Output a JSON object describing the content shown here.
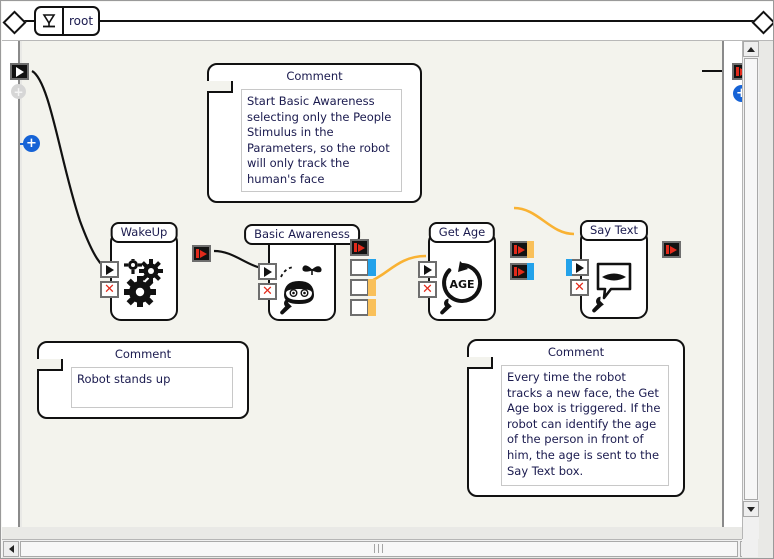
{
  "breadcrumb": {
    "root_label": "root",
    "root_icon": "ground-anchor-icon"
  },
  "canvas": {
    "background_color": "#f3f3ed",
    "wire_color_flow": "#111111",
    "wire_color_data": "#f9b233"
  },
  "nodes": [
    {
      "id": "wakeup",
      "title": "WakeUp",
      "icon": "gears-icon",
      "inputs": [
        {
          "name": "onStart",
          "type": "play"
        },
        {
          "name": "onStop",
          "type": "stop"
        }
      ],
      "outputs": [
        {
          "name": "onDone",
          "type": "out-play"
        }
      ],
      "has_settings": false
    },
    {
      "id": "basic-awareness",
      "title": "Basic Awareness",
      "icon": "robot-head-butterfly-icon",
      "inputs": [
        {
          "name": "onStart",
          "type": "play"
        },
        {
          "name": "onStop",
          "type": "stop"
        }
      ],
      "outputs": [
        {
          "name": "onStopped",
          "type": "out-play"
        },
        {
          "name": "onPeopleDetected",
          "type": "data-blue"
        },
        {
          "name": "onHumanTracked",
          "type": "data-orange"
        },
        {
          "name": "onHumanLost",
          "type": "data-orange"
        }
      ],
      "has_settings": true
    },
    {
      "id": "get-age",
      "title": "Get Age",
      "icon": "age-refresh-icon",
      "icon_text": "AGE",
      "inputs": [
        {
          "name": "onStart",
          "type": "play"
        },
        {
          "name": "onStop",
          "type": "stop"
        }
      ],
      "outputs": [
        {
          "name": "onAgeFound",
          "type": "out-play-orange"
        },
        {
          "name": "onAgeUnknown",
          "type": "out-play-blue"
        }
      ],
      "has_settings": true
    },
    {
      "id": "say-text",
      "title": "Say Text",
      "icon": "speech-bubble-mouth-icon",
      "inputs": [
        {
          "name": "onStart",
          "type": "play-selected"
        },
        {
          "name": "onStop",
          "type": "stop"
        }
      ],
      "outputs": [
        {
          "name": "onDone",
          "type": "out-play"
        }
      ],
      "has_settings": true
    }
  ],
  "comments": [
    {
      "id": "comment-awareness",
      "title": "Comment",
      "text": "Start Basic Awareness selecting only the People Stimulus in the Parameters, so the robot will only track the human's face"
    },
    {
      "id": "comment-standsup",
      "title": "Comment",
      "text": "Robot stands up"
    },
    {
      "id": "comment-getage",
      "title": "Comment",
      "text": "Every time the robot tracks a new face, the Get Age box is triggered. If the robot can identify the age of the person in front of him, the age is sent to the Say Text box."
    }
  ],
  "edge_ports": {
    "left_input_name": "diagram-input-play",
    "right_output_name": "diagram-output-play",
    "add_button_label": "+"
  },
  "scrollbars": {
    "vertical_up": "▲",
    "vertical_down": "▼",
    "horizontal_left": "◀",
    "horizontal_right": "▶",
    "grip": "|||"
  }
}
